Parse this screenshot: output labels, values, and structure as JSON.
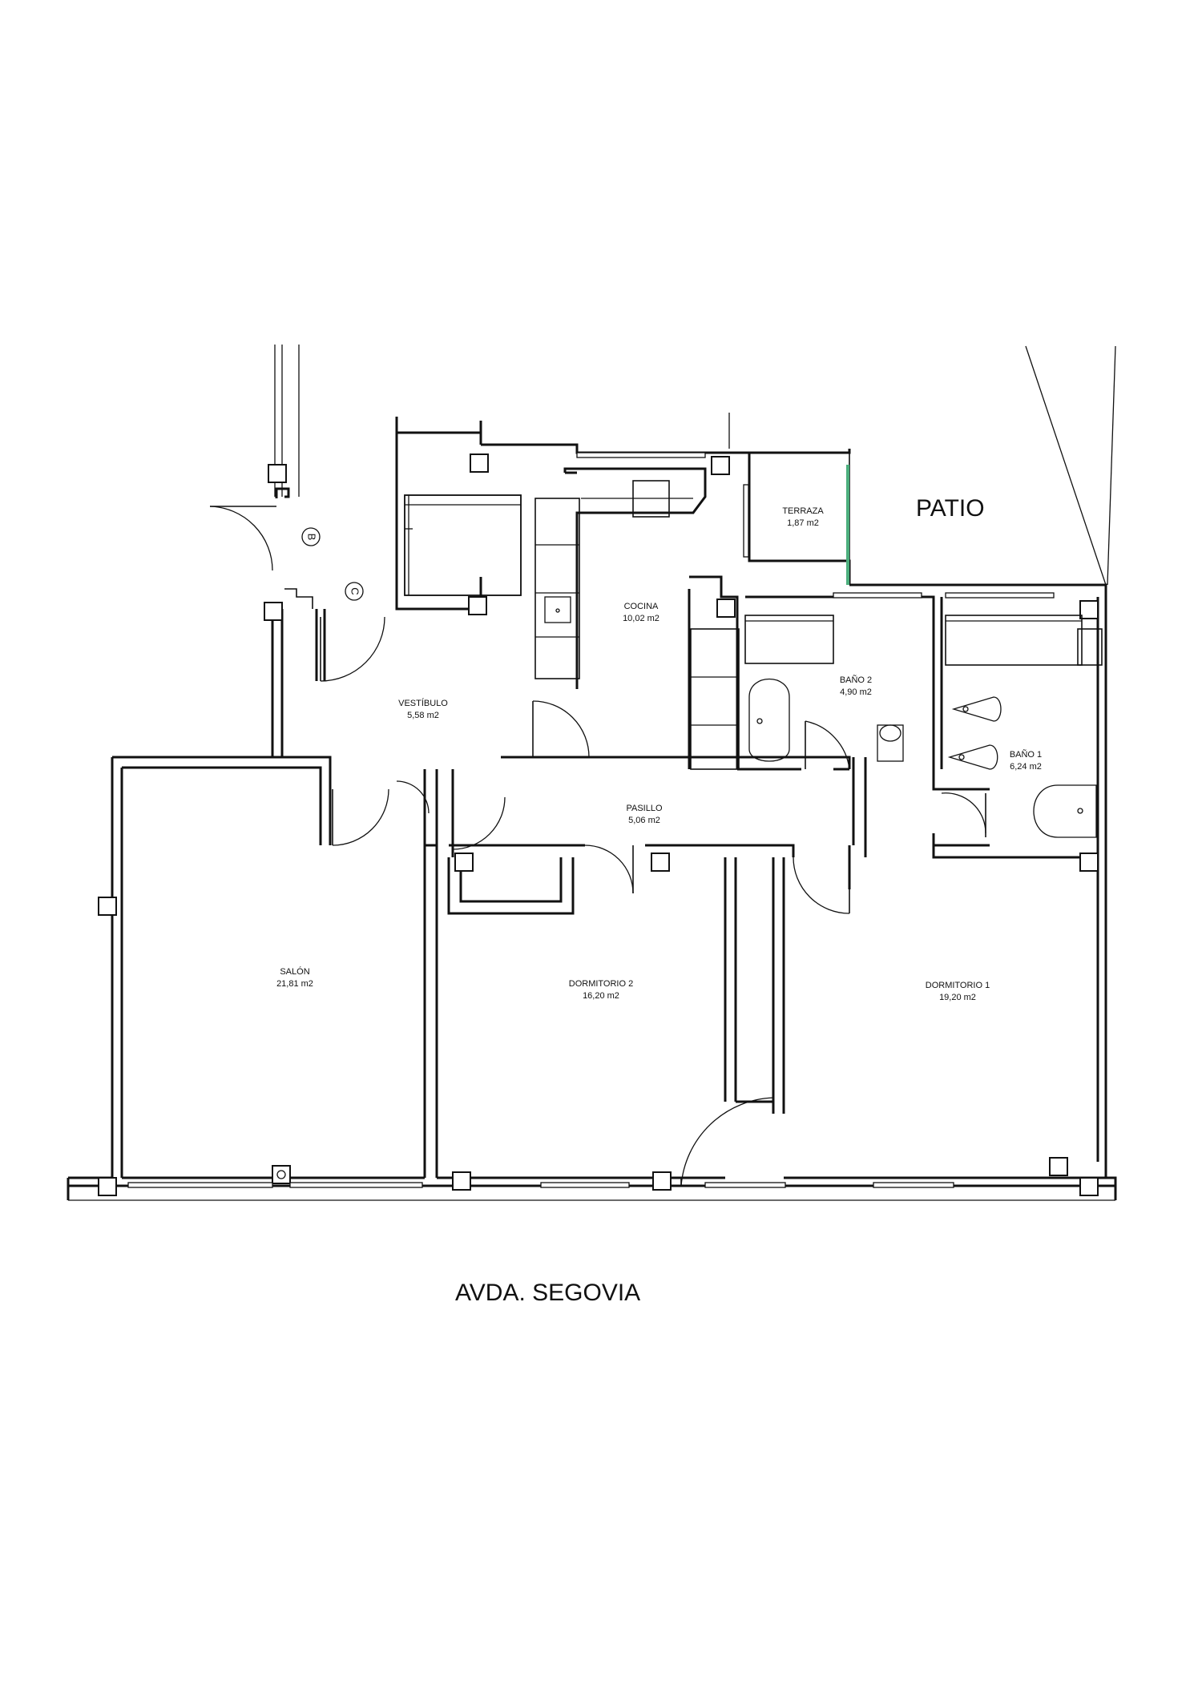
{
  "labels": {
    "patio": "PATIO",
    "street": "AVDA. SEGOVIA",
    "marker_b": "B",
    "marker_c": "C"
  },
  "rooms": {
    "terraza": {
      "name": "TERRAZA",
      "area": "1,87 m2"
    },
    "cocina": {
      "name": "COCINA",
      "area": "10,02 m2"
    },
    "vestibulo": {
      "name": "VESTÍBULO",
      "area": "5,58 m2"
    },
    "bano2": {
      "name": "BAÑO 2",
      "area": "4,90 m2"
    },
    "bano1": {
      "name": "BAÑO 1",
      "area": "6,24 m2"
    },
    "pasillo": {
      "name": "PASILLO",
      "area": "5,06 m2"
    },
    "salon": {
      "name": "SALÓN",
      "area": "21,81 m2"
    },
    "dormitorio2": {
      "name": "DORMITORIO 2",
      "area": "16,20 m2"
    },
    "dormitorio1": {
      "name": "DORMITORIO 1",
      "area": "19,20 m2"
    }
  },
  "colors": {
    "line": "#111111",
    "terrace_rail": "#4caf7d",
    "background": "#ffffff"
  }
}
